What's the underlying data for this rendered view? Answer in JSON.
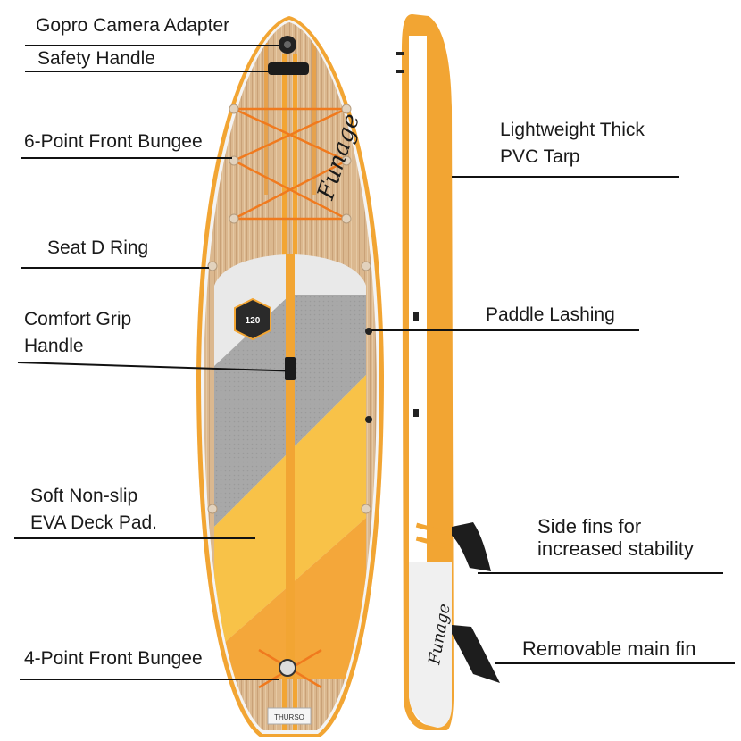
{
  "labels": {
    "gopro": "Gopro Camera Adapter",
    "safety_handle": "Safety Handle",
    "front_bungee_6": "6-Point Front Bungee",
    "seat_d_ring": "Seat D Ring",
    "comfort_grip_line1": "Comfort Grip",
    "comfort_grip_line2": "Handle",
    "deck_pad_line1": "Soft Non-slip",
    "deck_pad_line2": "EVA Deck Pad.",
    "front_bungee_4": "4-Point Front Bungee",
    "pvc_line1": "Lightweight Thick",
    "pvc_line2": "PVC Tarp",
    "paddle_lashing": "Paddle Lashing",
    "side_fins_line1": "Side fins for",
    "side_fins_line2": "increased stability",
    "main_fin": "Removable main fin"
  },
  "board": {
    "brand": "Funage",
    "badge_number": "120",
    "tail_text": "THURSO"
  },
  "colors": {
    "orange": "#f2a533",
    "yellow": "#f7b733",
    "wood": "#d9b48a",
    "grey_pad": "#a9a9a9",
    "white_pad": "#e8e8e8"
  }
}
